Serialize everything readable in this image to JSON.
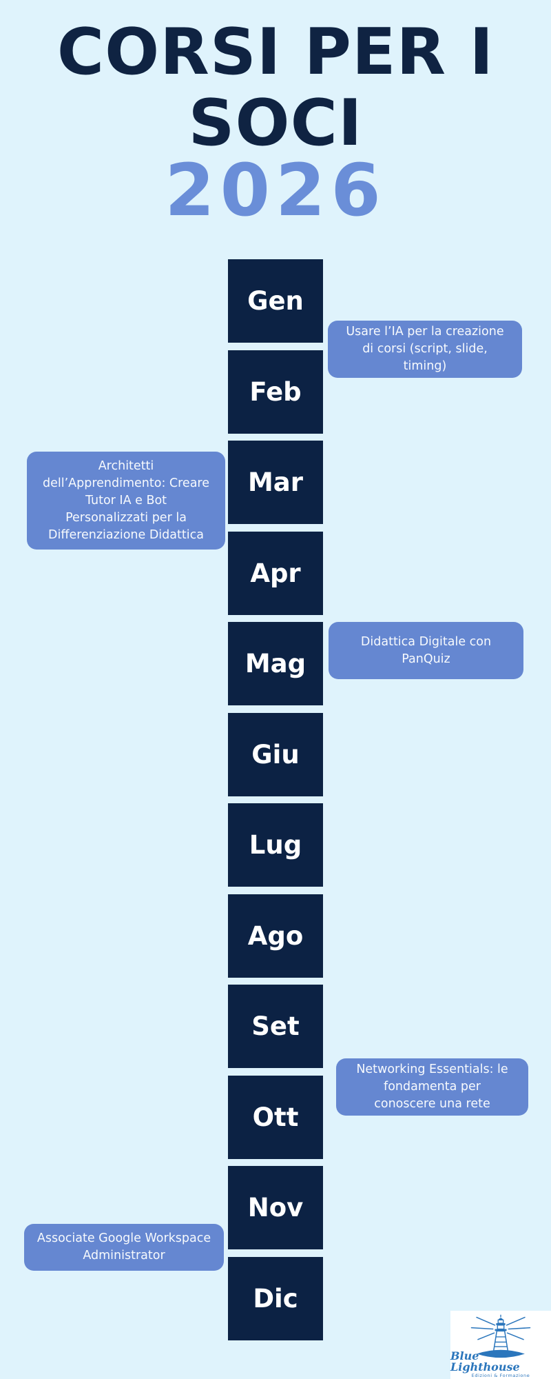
{
  "title": {
    "line1": "CORSI PER I",
    "line2": "SOCI",
    "year": "2026"
  },
  "timeline": {
    "months": [
      "Gen",
      "Feb",
      "Mar",
      "Apr",
      "Mag",
      "Giu",
      "Lug",
      "Ago",
      "Set",
      "Ott",
      "Nov",
      "Dic"
    ]
  },
  "callouts": [
    {
      "text": "Usare l’IA per la creazione\ndi corsi (script, slide,\ntiming)",
      "side": "right",
      "near_month": "Gen–Feb"
    },
    {
      "text": "Architetti\ndell’Apprendimento: Creare\nTutor IA e Bot\nPersonalizzati per la\nDifferenziazione Didattica",
      "side": "left",
      "near_month": "Mar"
    },
    {
      "text": "Didattica Digitale con\nPanQuiz",
      "side": "right",
      "near_month": "Mag"
    },
    {
      "text": "Networking Essentials: le\nfondamenta per\nconoscere una rete",
      "side": "right",
      "near_month": "Set–Ott"
    },
    {
      "text": "Associate Google Workspace\nAdministrator",
      "side": "left",
      "near_month": "Nov–Dic"
    }
  ],
  "logo": {
    "name": "Blue Lighthouse",
    "tagline": "Edizioni & Formazione"
  },
  "colors": {
    "background": "#DFF3FC",
    "title_navy": "#0F2342",
    "month_box_navy": "#0C2244",
    "callout_blue": "#6587D1",
    "year_blue": "#6A8ED8",
    "logo_blue": "#2B76BC"
  }
}
